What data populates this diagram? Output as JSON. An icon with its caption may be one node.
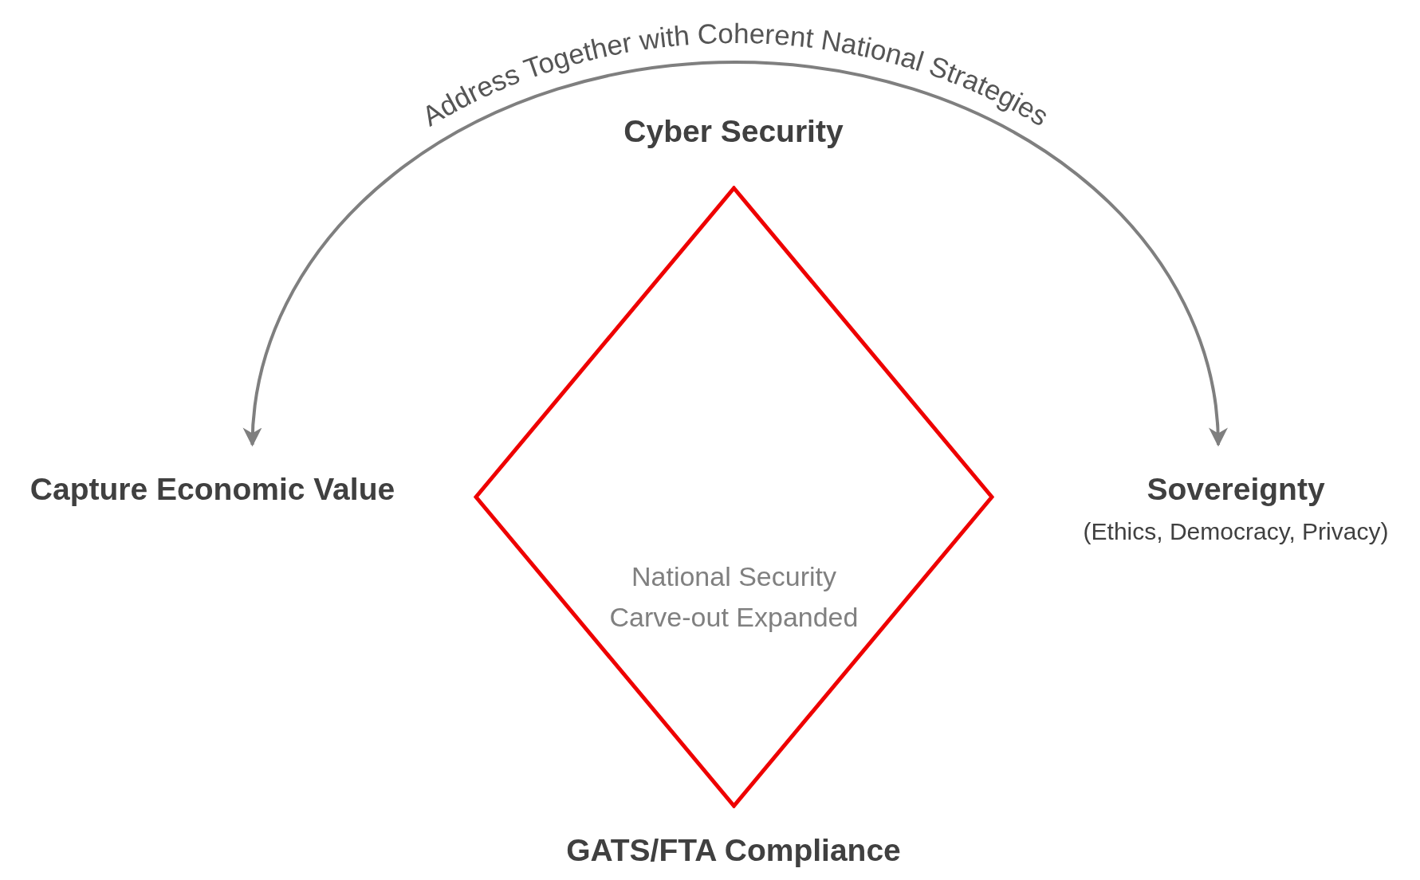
{
  "diagram": {
    "nodes": [
      {
        "text": [
          "Capture Economic Value"
        ]
      },
      {
        "text": [
          "Sovereignty",
          "(Ethics, Democracy, Privacy)"
        ]
      },
      {
        "text": [
          "National Security Carve-out Expanded"
        ]
      }
    ],
    "edges": [
      {
        "from": 0,
        "to": 1,
        "arrow": "both",
        "label": "Address Together with Coherent National Strategies"
      }
    ],
    "labels": [
      "Cyber Security",
      "GATS/FTA Compliance"
    ]
  }
}
